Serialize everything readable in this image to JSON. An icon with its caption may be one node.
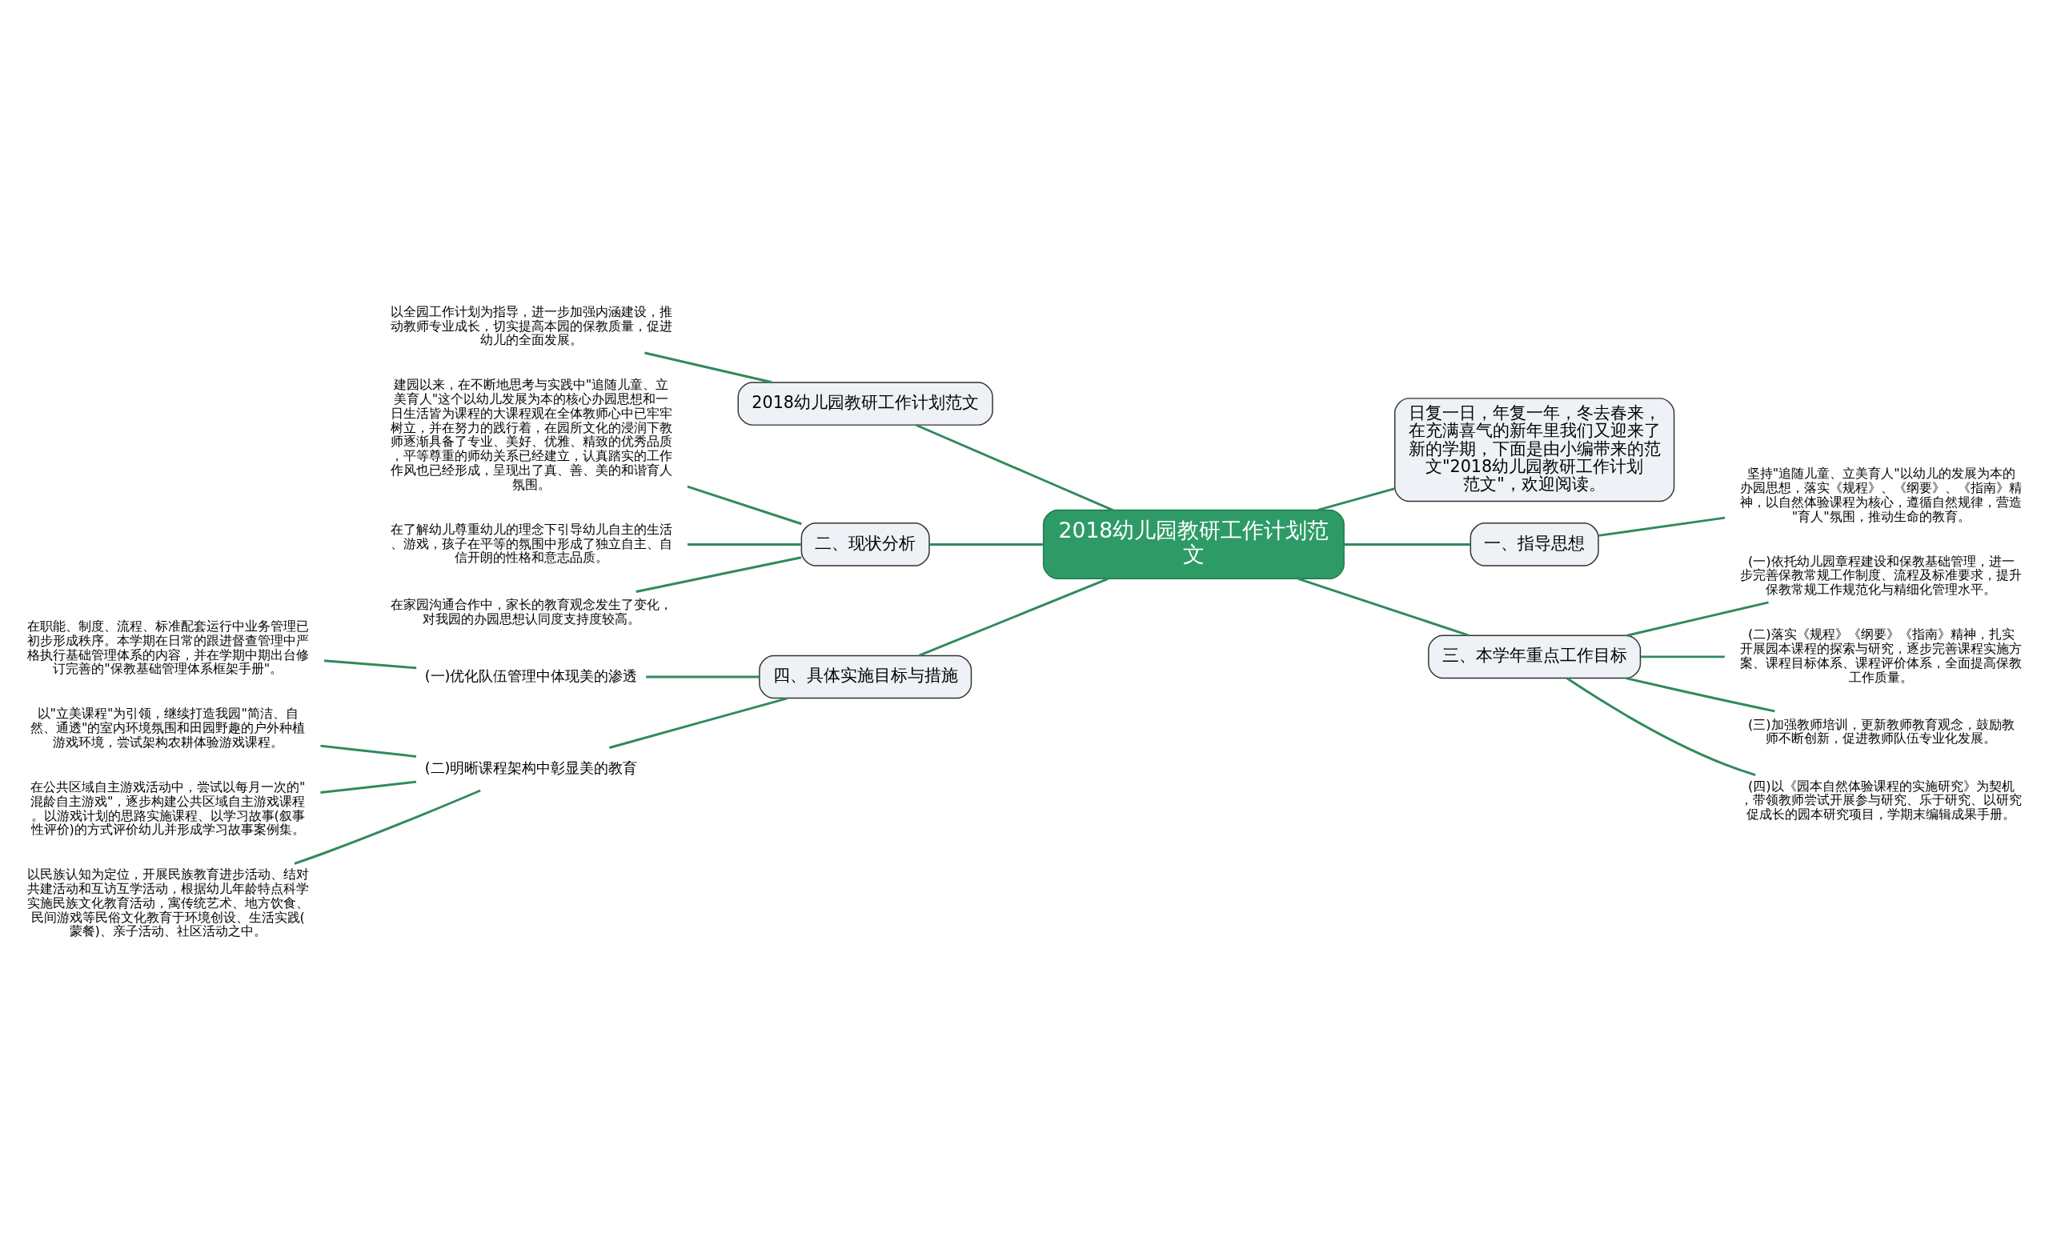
{
  "diagram": {
    "nodes": [
      {
        "text": [
          "2018幼儿园教研工作计划范文"
        ]
      },
      {
        "text": [
          "2018幼儿园教研工作计划范文"
        ]
      },
      {
        "text": [
          "以全园工作计划为指导，进一步加强内涵建设，推动教师专业成长，切实提高本园的保教质量，促进幼儿的全面发展。"
        ]
      },
      {
        "text": [
          "二、现状分析"
        ]
      },
      {
        "text": [
          "建园以来，在不断地思考与实践中\"追随儿童、立美育人\"这个以幼儿发展为本的核心办园思想和一日生活皆为课程的大课程观在全体教师心中已牢牢树立，并在努力的践行着，在园所文化的浸润下教师逐渐具备了专业、美好、优雅、精致的优秀品质，平等尊重的师幼关系已经建立，认真踏实的工作作风也已经形成，呈现出了真、善、美的和谐育人氛围。"
        ]
      },
      {
        "text": [
          "在了解幼儿尊重幼儿的理念下引导幼儿自主的生活、游戏，孩子在平等的氛围中形成了独立自主、自信开朗的性格和意志品质。"
        ]
      },
      {
        "text": [
          "在家园沟通合作中，家长的教育观念发生了变化，对我园的办园思想认同度支持度较高。"
        ]
      },
      {
        "text": [
          "四、具体实施目标与措施"
        ]
      },
      {
        "text": [
          "(一)优化队伍管理中体现美的渗透"
        ]
      },
      {
        "text": [
          "在职能、制度、流程、标准配套运行中业务管理已初步形成秩序。本学期在日常的跟进督查管理中严格执行基础管理体系的内容，并在学期中期出台修订完善的\"保教基础管理体系框架手册\"。"
        ]
      },
      {
        "text": [
          "(二)明晰课程架构中彰显美的教育"
        ]
      },
      {
        "text": [
          "以\"立美课程\"为引领，继续打造我园\"简洁、自然、通透\"的室内环境氛围和田园野趣的户外种植游戏环境，尝试架构农耕体验游戏课程。"
        ]
      },
      {
        "text": [
          "在公共区域自主游戏活动中，尝试以每月一次的\"混龄自主游戏\"，逐步构建公共区域自主游戏课程。以游戏计划的思路实施课程、以学习故事(叙事性评价)的方式评价幼儿并形成学习故事案例集。"
        ]
      },
      {
        "text": [
          "以民族认知为定位，开展民族教育进步活动、结对共建活动和互访互学活动，根据幼儿年龄特点科学实施民族文化教育活动，寓传统艺术、地方饮食、民间游戏等民俗文化教育于环境创设、生活实践(蒙餐)、亲子活动、社区活动之中。"
        ]
      },
      {
        "text": [
          "日复一日，年复一年，冬去春来，在充满喜气的新年里我们又迎来了新的学期，下面是由小编带来的范文\"2018幼儿园教研工作计划范文\"，欢迎阅读。"
        ]
      },
      {
        "text": [
          "一、指导思想"
        ]
      },
      {
        "text": [
          "坚持\"追随儿童、立美育人\"以幼儿的发展为本的办园思想，落实《规程》、《纲要》、《指南》精神，以自然体验课程为核心，遵循自然规律，营造\"育人\"氛围，推动生命的教育。"
        ]
      },
      {
        "text": [
          "三、本学年重点工作目标"
        ]
      },
      {
        "text": [
          "(一)依托幼儿园章程建设和保教基础管理，进一步完善保教常规工作制度、流程及标准要求，提升保教常规工作规范化与精细化管理水平。"
        ]
      },
      {
        "text": [
          "(二)落实《规程》《纲要》《指南》精神，扎实开展园本课程的探索与研究，逐步完善课程实施方案、课程目标体系、课程评价体系，全面提高保教工作质量。"
        ]
      },
      {
        "text": [
          "(三)加强教师培训，更新教师教育观念，鼓励教师不断创新，促进教师队伍专业化发展。"
        ]
      },
      {
        "text": [
          "(四)以《园本自然体验课程的实施研究》为契机，带领教师尝试开展参与研究、乐于研究、以研究促成长的园本研究项目，学期末编辑成果手册。"
        ]
      }
    ],
    "edges": [
      {
        "from": 0,
        "to": 1,
        "arrow": "none"
      },
      {
        "from": 1,
        "to": 2,
        "arrow": "none"
      },
      {
        "from": 0,
        "to": 3,
        "arrow": "none"
      },
      {
        "from": 3,
        "to": 4,
        "arrow": "none"
      },
      {
        "from": 3,
        "to": 5,
        "arrow": "none"
      },
      {
        "from": 3,
        "to": 6,
        "arrow": "none"
      },
      {
        "from": 0,
        "to": 7,
        "arrow": "none"
      },
      {
        "from": 7,
        "to": 8,
        "arrow": "none"
      },
      {
        "from": 8,
        "to": 9,
        "arrow": "none"
      },
      {
        "from": 7,
        "to": 10,
        "arrow": "none"
      },
      {
        "from": 10,
        "to": 11,
        "arrow": "none"
      },
      {
        "from": 10,
        "to": 12,
        "arrow": "none"
      },
      {
        "from": 10,
        "to": 13,
        "arrow": "none"
      },
      {
        "from": 0,
        "to": 14,
        "arrow": "none"
      },
      {
        "from": 0,
        "to": 15,
        "arrow": "none"
      },
      {
        "from": 15,
        "to": 16,
        "arrow": "none"
      },
      {
        "from": 0,
        "to": 17,
        "arrow": "none"
      },
      {
        "from": 17,
        "to": 18,
        "arrow": "none"
      },
      {
        "from": 17,
        "to": 19,
        "arrow": "none"
      },
      {
        "from": 17,
        "to": 20,
        "arrow": "none"
      },
      {
        "from": 17,
        "to": 21,
        "arrow": "none"
      }
    ]
  }
}
